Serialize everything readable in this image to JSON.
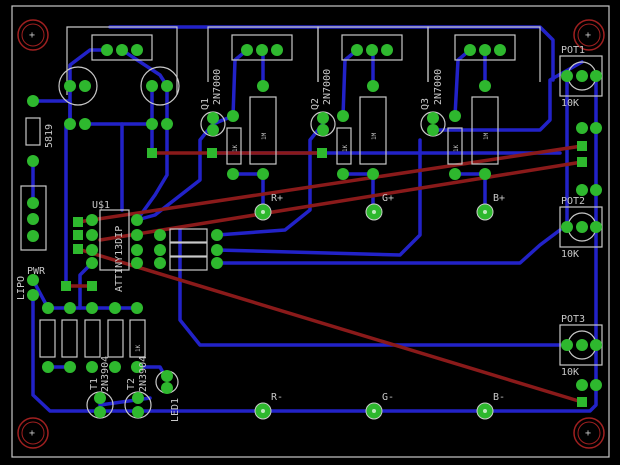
{
  "colors": {
    "background": "#000000",
    "bottom_copper": "#2222c8",
    "top_copper": "#8a1a1a",
    "pads": "#2eb82e",
    "silkscreen": "#c8c8c8",
    "holes": "#b02020"
  },
  "labels": {
    "diode_value": "5819",
    "q1": "Q1",
    "q2": "Q2",
    "q3": "Q3",
    "mosfet": "2N7000",
    "ic_name": "U$1",
    "ic_value": "ATTINY13DIP",
    "pwr": "PWR",
    "lipo": "LIPO",
    "t1": "T1",
    "t2": "T2",
    "transistor": "2N3904",
    "led": "LED1",
    "pot1": "POT1",
    "pot2": "POT2",
    "pot3": "POT3",
    "pot_value": "10K",
    "r_plus": "R+",
    "g_plus": "G+",
    "b_plus": "B+",
    "r_minus": "R-",
    "g_minus": "G-",
    "b_minus": "B-",
    "res_1k": "1K",
    "res_1m": "1M"
  }
}
